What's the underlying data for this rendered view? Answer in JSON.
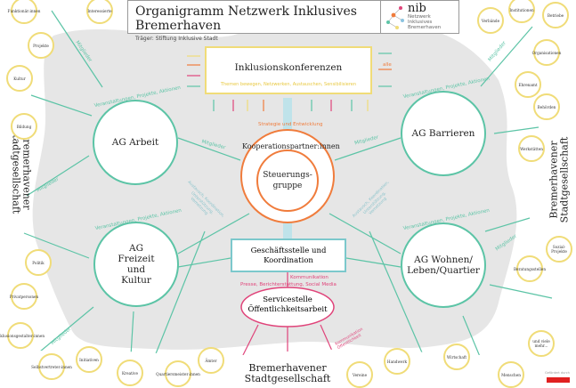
{
  "header": {
    "title": "Organigramm Netzwerk Inklusives Bremerhaven",
    "subtitle": "Träger: Stiftung Inklusive Stadt",
    "logo_text": "nib",
    "logo_sub1": "Netzwerk Inklusives",
    "logo_sub2": "Bremerhaven"
  },
  "konferenz": {
    "title": "Inklusionskonferenzen",
    "subtitle": "Themen bewegen, Netzwerken, Austauschen, Sensibilisieren",
    "alle": "alle"
  },
  "kooperation": {
    "outer": "Kooperationspartner:innen",
    "inner_1": "Steuerungs-",
    "inner_2": "gruppe",
    "arc": "Strategie und Entwicklung"
  },
  "geschaeft": {
    "line1": "Geschäftsstelle und",
    "line2": "Koordination",
    "komm": "Kommunikation"
  },
  "service": {
    "line1": "Servicestelle",
    "line2": "Öffentlichkeitsarbeit",
    "arc": "Presse, Berichterstattung, Social Media",
    "komm1": "Kommunikation",
    "komm2": "Öffentlichkeit"
  },
  "ags": [
    {
      "name": "AG Arbeit",
      "arc": "Veranstaltungen, Projekte, Aktionen"
    },
    {
      "name": "AG Barrieren",
      "arc": "Veranstaltungen, Projekte, Aktionen"
    },
    {
      "name": "AG Freizeit und Kultur",
      "arc": "Veranstaltungen, Projekte, Aktionen"
    },
    {
      "name": "AG Wohnen/ Leben/Quartier",
      "arc": "Veranstaltungen, Projekte, Aktionen"
    }
  ],
  "arrow_label": "Mitglieder",
  "austausch": "Austausch, Koordination, Unterstützung, Vernetzung",
  "stadt": {
    "left1": "Bremerhavener",
    "left2": "Stadtgesellschaft",
    "right1": "Bremerhavener",
    "right2": "Stadtgesellschaft",
    "bottom1": "Bremerhavener",
    "bottom2": "Stadtgesellschaft"
  },
  "members": [
    "Funktionär:innen",
    "Interessierte",
    "Projekte",
    "Kultur",
    "Bildung",
    "Politik",
    "Privatpersonen",
    "Inklusionsgestalter:innen",
    "Selbstvertreter:innen",
    "Initiativen",
    "Kreative",
    "Quartiersmeister:innen",
    "Ämter",
    "Vereine",
    "Handwerk",
    "Wirtschaft",
    "Menschen",
    "und viele mehr...",
    "Beratungsstellen",
    "Sozial-Projekte",
    "Werkstätten",
    "Behörden",
    "Ehrenamt",
    "Organisationen",
    "Verbände",
    "Institutionen",
    "Betriebe"
  ],
  "sponsor": "Gefördert durch"
}
